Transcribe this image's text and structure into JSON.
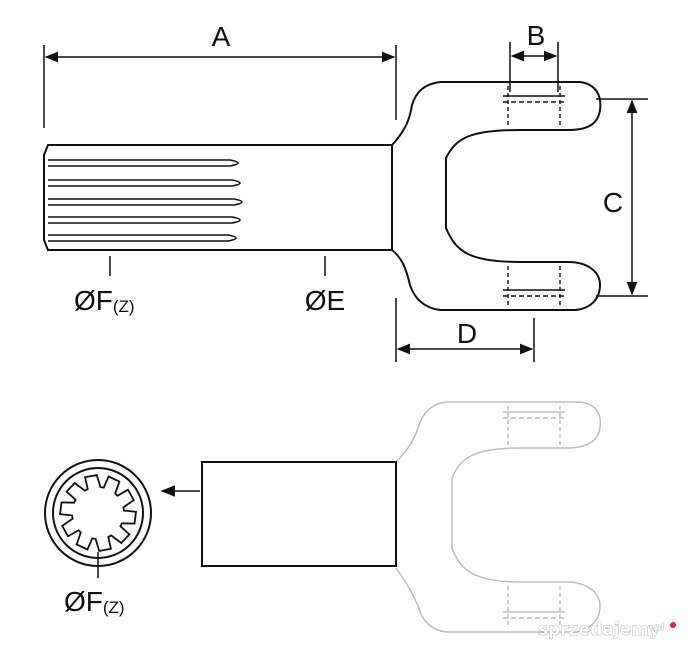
{
  "labels": {
    "A": "A",
    "B": "B",
    "C": "C",
    "D": "D",
    "E": "ØE",
    "F_top_main": "ØF",
    "F_top_sub": "(Z)",
    "F_bottom_main": "ØF",
    "F_bottom_sub": "(Z)"
  },
  "watermark": {
    "text": "sprzedajemy",
    "suffix": ".pl"
  },
  "colors": {
    "stroke": "#111111",
    "ghost": "#bdbdbd",
    "watermark_dot": "#e2231a"
  }
}
